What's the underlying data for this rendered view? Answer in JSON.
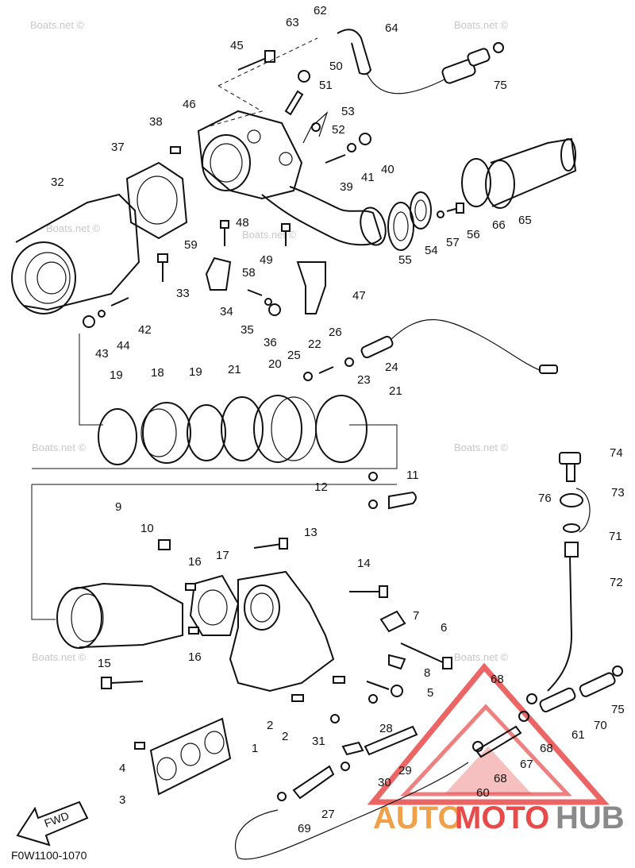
{
  "diagram": {
    "code": "F0W1100-1070",
    "watermark": "Boats.net ©",
    "fwd_label": "FWD",
    "labels": [
      {
        "id": "62",
        "text": "62"
      },
      {
        "id": "63",
        "text": "63"
      },
      {
        "id": "64",
        "text": "64"
      },
      {
        "id": "45",
        "text": "45"
      },
      {
        "id": "50",
        "text": "50"
      },
      {
        "id": "51",
        "text": "51"
      },
      {
        "id": "75a",
        "text": "75"
      },
      {
        "id": "46",
        "text": "46"
      },
      {
        "id": "38",
        "text": "38"
      },
      {
        "id": "53",
        "text": "53"
      },
      {
        "id": "52",
        "text": "52"
      },
      {
        "id": "37",
        "text": "37"
      },
      {
        "id": "40",
        "text": "40"
      },
      {
        "id": "41",
        "text": "41"
      },
      {
        "id": "39",
        "text": "39"
      },
      {
        "id": "32",
        "text": "32"
      },
      {
        "id": "65",
        "text": "65"
      },
      {
        "id": "66",
        "text": "66"
      },
      {
        "id": "56",
        "text": "56"
      },
      {
        "id": "57",
        "text": "57"
      },
      {
        "id": "54",
        "text": "54"
      },
      {
        "id": "55",
        "text": "55"
      },
      {
        "id": "48",
        "text": "48"
      },
      {
        "id": "59",
        "text": "59"
      },
      {
        "id": "58",
        "text": "58"
      },
      {
        "id": "49",
        "text": "49"
      },
      {
        "id": "47",
        "text": "47"
      },
      {
        "id": "33",
        "text": "33"
      },
      {
        "id": "34",
        "text": "34"
      },
      {
        "id": "35",
        "text": "35"
      },
      {
        "id": "36",
        "text": "36"
      },
      {
        "id": "42",
        "text": "42"
      },
      {
        "id": "43",
        "text": "43"
      },
      {
        "id": "44",
        "text": "44"
      },
      {
        "id": "26",
        "text": "26"
      },
      {
        "id": "25",
        "text": "25"
      },
      {
        "id": "22",
        "text": "22"
      },
      {
        "id": "23",
        "text": "23"
      },
      {
        "id": "24",
        "text": "24"
      },
      {
        "id": "19a",
        "text": "19"
      },
      {
        "id": "18",
        "text": "18"
      },
      {
        "id": "19b",
        "text": "19"
      },
      {
        "id": "21a",
        "text": "21"
      },
      {
        "id": "20",
        "text": "20"
      },
      {
        "id": "21b",
        "text": "21"
      },
      {
        "id": "74",
        "text": "74"
      },
      {
        "id": "12",
        "text": "12"
      },
      {
        "id": "11",
        "text": "11"
      },
      {
        "id": "73",
        "text": "73"
      },
      {
        "id": "76",
        "text": "76"
      },
      {
        "id": "9",
        "text": "9"
      },
      {
        "id": "10",
        "text": "10"
      },
      {
        "id": "13",
        "text": "13"
      },
      {
        "id": "71",
        "text": "71"
      },
      {
        "id": "17",
        "text": "17"
      },
      {
        "id": "16a",
        "text": "16"
      },
      {
        "id": "14",
        "text": "14"
      },
      {
        "id": "72",
        "text": "72"
      },
      {
        "id": "7",
        "text": "7"
      },
      {
        "id": "6",
        "text": "6"
      },
      {
        "id": "15",
        "text": "15"
      },
      {
        "id": "16b",
        "text": "16"
      },
      {
        "id": "8",
        "text": "8"
      },
      {
        "id": "68a",
        "text": "68"
      },
      {
        "id": "5",
        "text": "5"
      },
      {
        "id": "75b",
        "text": "75"
      },
      {
        "id": "61",
        "text": "61"
      },
      {
        "id": "70",
        "text": "70"
      },
      {
        "id": "2a",
        "text": "2"
      },
      {
        "id": "31",
        "text": "31"
      },
      {
        "id": "28",
        "text": "28"
      },
      {
        "id": "2b",
        "text": "2"
      },
      {
        "id": "1",
        "text": "1"
      },
      {
        "id": "68b",
        "text": "68"
      },
      {
        "id": "67",
        "text": "67"
      },
      {
        "id": "4",
        "text": "4"
      },
      {
        "id": "29",
        "text": "29"
      },
      {
        "id": "68c",
        "text": "68"
      },
      {
        "id": "30",
        "text": "30"
      },
      {
        "id": "60",
        "text": "60"
      },
      {
        "id": "3",
        "text": "3"
      },
      {
        "id": "27",
        "text": "27"
      },
      {
        "id": "69",
        "text": "69"
      }
    ]
  },
  "brand": {
    "logo_text_auto": "AUTO",
    "logo_text_moto": "MOTO",
    "logo_text_hub": "HUB",
    "colors": {
      "red": "#e84a4a",
      "orange": "#f0a04a",
      "grey": "#8a8a8a"
    }
  }
}
